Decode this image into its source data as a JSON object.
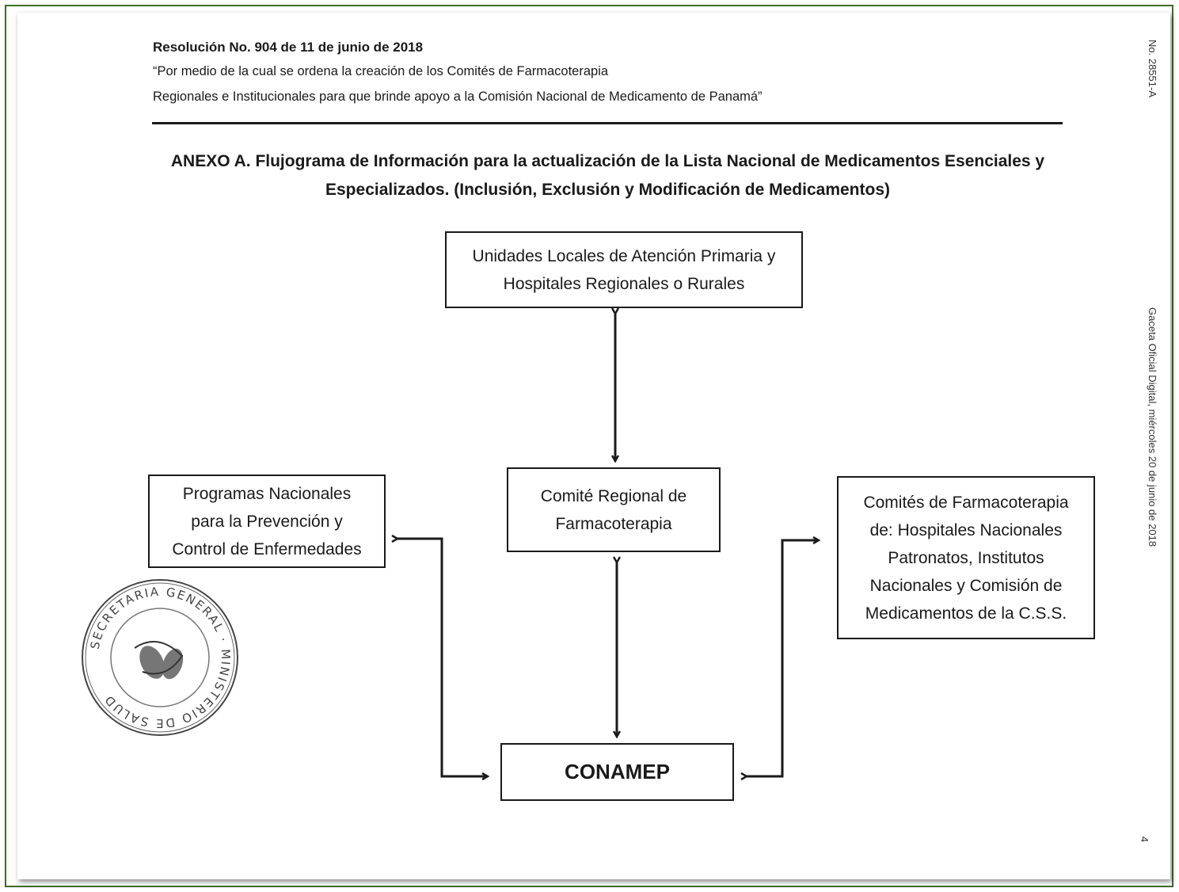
{
  "header": {
    "resolution_title": "Resolución No. 904 de 11 de junio de 2018",
    "subtitle_line1": "“Por medio de la cual se ordena la creación de los Comités de Farmacoterapia",
    "subtitle_line2": "Regionales e Institucionales para que brinde apoyo a la Comisión Nacional de Medicamento de Panamá”"
  },
  "annex": {
    "title": "ANEXO A.  Flujograma de Información para la actualización de la Lista Nacional de Medicamentos Esenciales y Especializados. (Inclusión,  Exclusión y Modificación de Medicamentos)"
  },
  "flowchart": {
    "unidades_locales": "Unidades Locales de Atención Primaria y\nHospitales Regionales o Rurales",
    "comite_regional": "Comité Regional de\nFarmacoterapia",
    "programas_nacionales": "Programas Nacionales\npara la Prevención y\nControl de Enfermedades",
    "comites_farmacoterapia": "Comités de Farmacoterapia\nde: Hospitales Nacionales\nPatronatos, Institutos\nNacionales y Comisión de\nMedicamentos de la C.S.S.",
    "conamep": "CONAMEP"
  },
  "stamp": {
    "outer_text": "SECRETARIA GENERAL · MINISTERIO DE SALUD"
  },
  "side": {
    "gazette_number": "No. 28551-A",
    "gazette_date": "Gaceta Oficial Digital, miércoles 20 de junio de 2018",
    "page_number": "4"
  },
  "colors": {
    "frame": "#3f6b2b",
    "ink": "#1a1a1a",
    "stamp_ink": "#444444"
  }
}
